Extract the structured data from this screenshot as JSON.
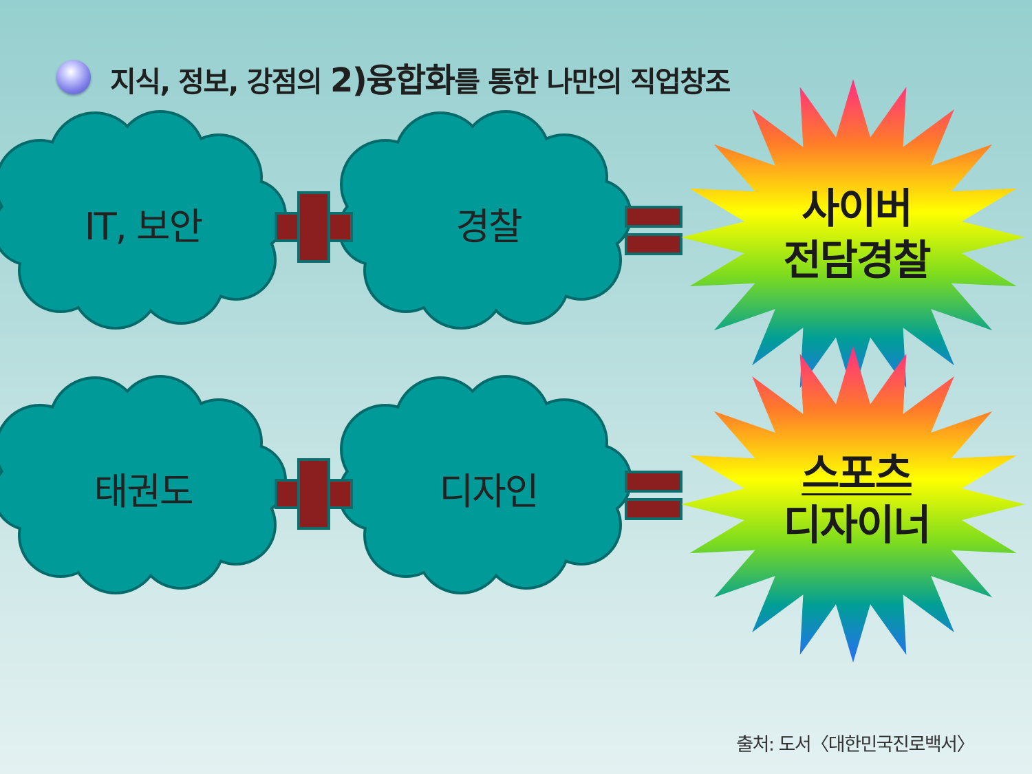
{
  "title": {
    "part1": "지식, 정보, 강점의 ",
    "part2": "2)융합화",
    "part3": "를 통한 나만의 직업창조"
  },
  "rows": [
    {
      "left_term": "IT, 보안",
      "right_term": "경찰",
      "result_line1": "사이버",
      "result_line2": "전담경찰"
    },
    {
      "left_term": "태권도",
      "right_term": "디자인",
      "result_line1": "스포츠",
      "result_line2": "디자이너"
    }
  ],
  "source": "출처: 도서〈대한민국진로백서〉",
  "colors": {
    "cloud_fill": "#009a98",
    "cloud_stroke": "#006b6a",
    "operator_fill": "#8b1f1f",
    "operator_stroke": "#0e6d6d",
    "starburst_gradient": [
      "#ff2e86",
      "#ff7a2a",
      "#ffff00",
      "#7ddc1e",
      "#009e96",
      "#2a6ef5"
    ]
  },
  "icons": {
    "bullet": "sphere-bullet-icon",
    "plus": "plus-icon",
    "equals": "equals-icon",
    "cloud": "cloud-shape",
    "burst": "starburst-shape"
  }
}
